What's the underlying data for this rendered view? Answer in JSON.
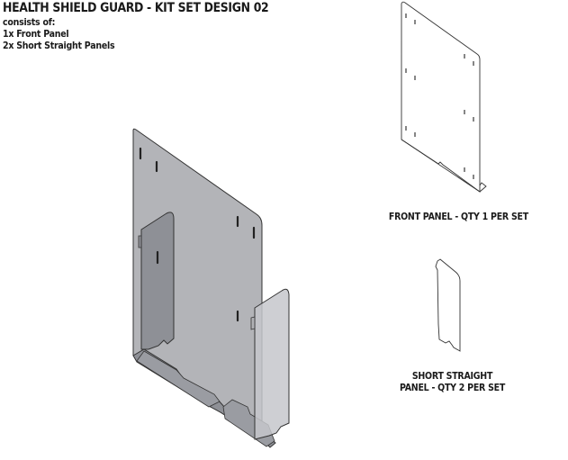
{
  "header": {
    "title": "HEALTH SHIELD GUARD - KIT SET DESIGN 02",
    "lines": [
      "consists of:",
      "1x Front Panel",
      "2x Short Straight Panels"
    ]
  },
  "parts": [
    {
      "name": "front-panel",
      "caption": "FRONT PANEL - QTY 1 PER SET"
    },
    {
      "name": "short-straight-panel",
      "caption_line1": "SHORT STRAIGHT",
      "caption_line2": "PANEL - QTY 2 PER SET"
    }
  ],
  "colors": {
    "panel_fill": "#b3b4b8",
    "side_panel_fill": "#8e9096",
    "right_panel_fill": "#c6c7cb",
    "outline": "#333333"
  }
}
